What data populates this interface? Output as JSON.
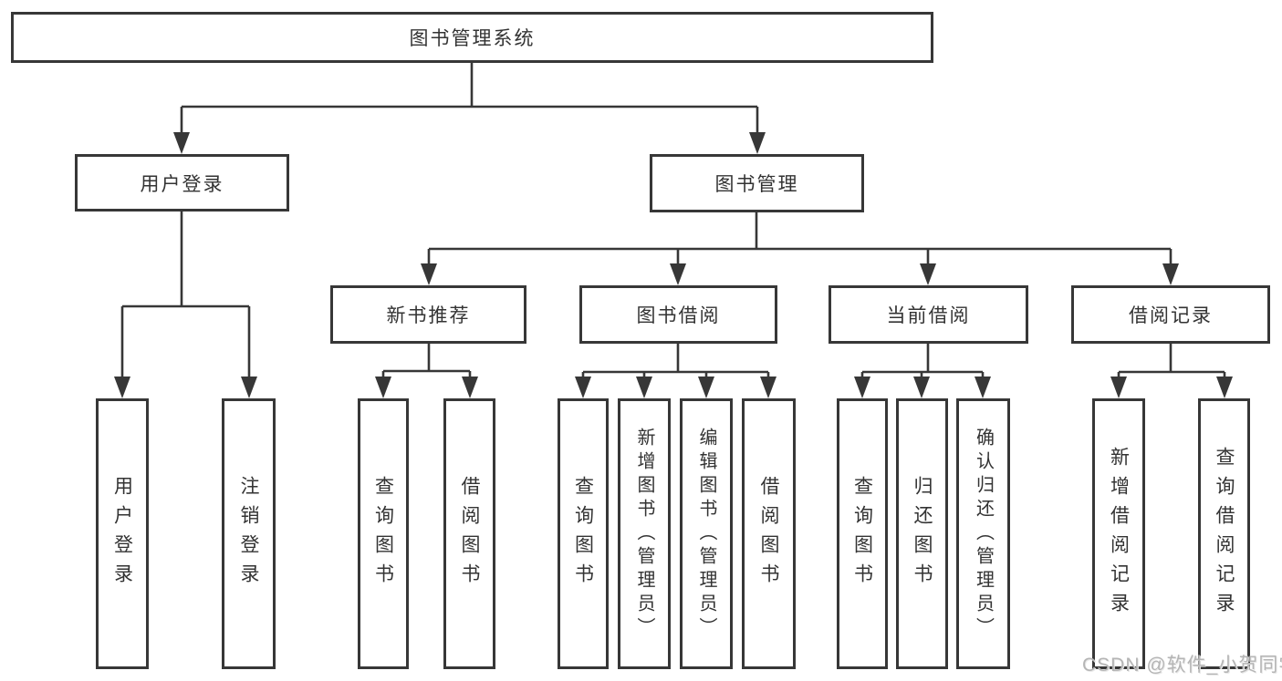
{
  "root": {
    "label": "图书管理系统"
  },
  "level1": [
    {
      "id": "user-login",
      "label": "用户登录"
    },
    {
      "id": "book-management",
      "label": "图书管理"
    }
  ],
  "level2": [
    {
      "id": "new-book-recommendation",
      "label": "新书推荐"
    },
    {
      "id": "book-borrowing",
      "label": "图书借阅"
    },
    {
      "id": "current-borrowing",
      "label": "当前借阅"
    },
    {
      "id": "borrowing-records",
      "label": "借阅记录"
    }
  ],
  "leaves": [
    {
      "id": "user-login",
      "label": "用户登录"
    },
    {
      "id": "logout",
      "label": "注销登录"
    },
    {
      "id": "query-books-recommend",
      "label": "查询图书"
    },
    {
      "id": "borrow-books-recommend",
      "label": "借阅图书"
    },
    {
      "id": "query-books-borrowing",
      "label": "查询图书"
    },
    {
      "id": "add-book-admin",
      "label": "新增图书（管理员）"
    },
    {
      "id": "edit-book-admin",
      "label": "编辑图书（管理员）"
    },
    {
      "id": "borrow-books-borrowing",
      "label": "借阅图书"
    },
    {
      "id": "query-books-current",
      "label": "查询图书"
    },
    {
      "id": "return-books",
      "label": "归还图书"
    },
    {
      "id": "confirm-return-admin",
      "label": "确认归还（管理员）"
    },
    {
      "id": "add-borrow-record",
      "label": "新增借阅记录"
    },
    {
      "id": "query-borrow-record",
      "label": "查询借阅记录"
    }
  ],
  "watermark": {
    "text": "CSDN @软件_小贺同学"
  },
  "colors": {
    "line": "#373737",
    "border": "#373737",
    "text": "#333333",
    "background": "#ffffff",
    "watermark": "#b5b5b5"
  }
}
